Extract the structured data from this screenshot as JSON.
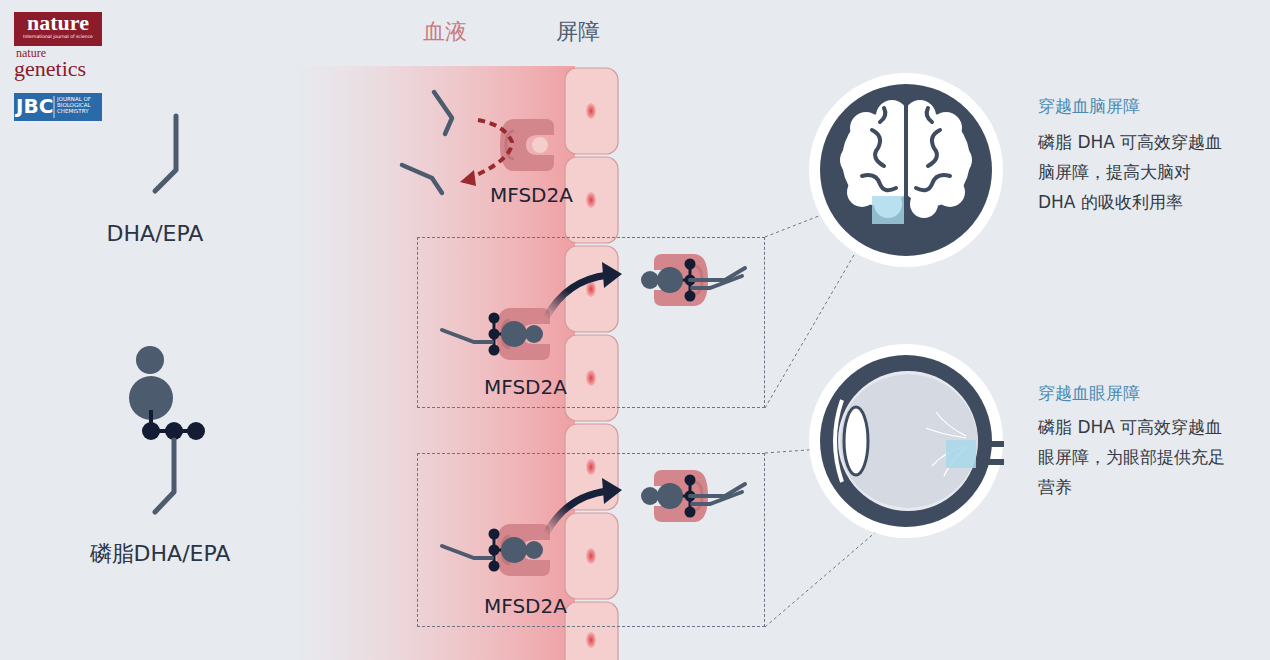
{
  "diagram": {
    "nodes": [
      {
        "text": [
          "MFSD2A"
        ]
      },
      {
        "text": [
          "MFSD2A"
        ]
      }
    ],
    "labels": [
      "nature",
      "International journal of science",
      "nature",
      "genetics",
      "JBC",
      "JOURNAL OF BIOLOGICAL CHEMISTRY",
      "血液",
      "屏障",
      "DHA/EPA",
      "磷脂DHA/EPA",
      "MFSD2A",
      "穿越血脑屏障",
      "磷脂 DHA 可高效穿越血脑屏障，提高大脑对 DHA 的吸收利用率",
      "穿越血眼屏障",
      "磷脂 DHA 可高效穿越血眼屏障，为眼部提供充足营养"
    ]
  }
}
